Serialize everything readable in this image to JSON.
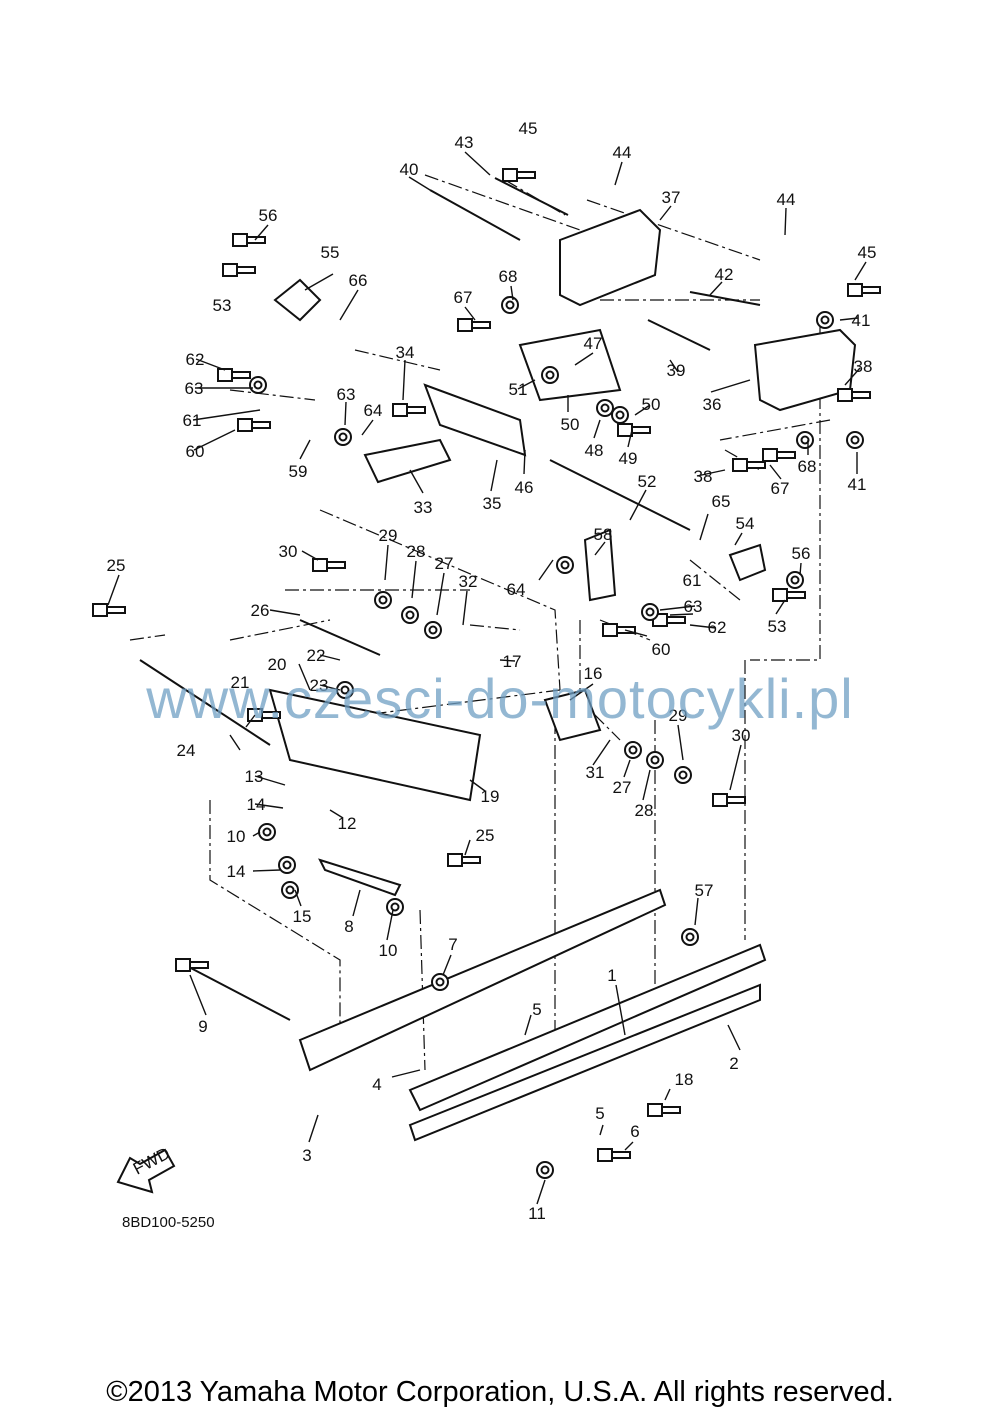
{
  "callouts": [
    "1",
    "2",
    "3",
    "4",
    "5",
    "5",
    "6",
    "7",
    "8",
    "9",
    "10",
    "10",
    "11",
    "12",
    "13",
    "14",
    "14",
    "15",
    "16",
    "17",
    "18",
    "19",
    "20",
    "21",
    "22",
    "23",
    "24",
    "25",
    "25",
    "26",
    "27",
    "27",
    "28",
    "28",
    "29",
    "29",
    "30",
    "30",
    "31",
    "32",
    "33",
    "34",
    "35",
    "36",
    "37",
    "38",
    "38",
    "39",
    "40",
    "41",
    "41",
    "42",
    "43",
    "44",
    "44",
    "45",
    "45",
    "46",
    "47",
    "48",
    "49",
    "50",
    "50",
    "51",
    "52",
    "53",
    "53",
    "54",
    "55",
    "56",
    "56",
    "57",
    "58",
    "59",
    "60",
    "60",
    "61",
    "61",
    "62",
    "62",
    "63",
    "63",
    "63",
    "64",
    "64",
    "65",
    "66",
    "67",
    "67",
    "68",
    "68"
  ],
  "fwd_arrow_label": "FWD",
  "drawing_code": "8BD100-5250",
  "watermark": "www.czesci-do-motocykli.pl",
  "copyright": "©2013 Yamaha Motor Corporation, U.S.A. All rights reserved."
}
